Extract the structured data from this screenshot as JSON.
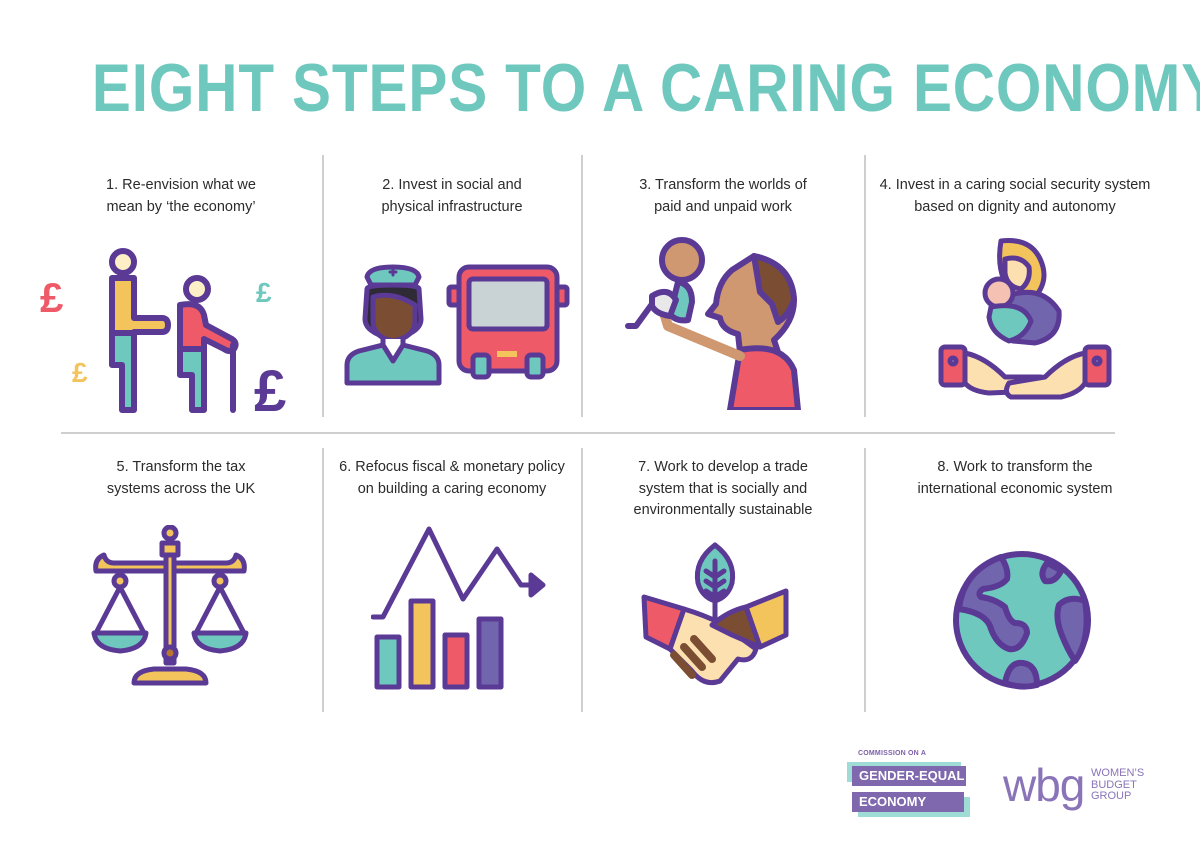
{
  "title": "EIGHT STEPS TO A CARING ECONOMY",
  "colors": {
    "title": "#6fc8be",
    "teal": "#6fc8be",
    "purple_outline": "#5a3a95",
    "purple_fill": "#7165ad",
    "red": "#ef5a68",
    "yellow": "#f3c35c",
    "skin_light": "#fde0b0",
    "skin_tan": "#cf9870",
    "skin_dark": "#7b4e33",
    "divider": "#cfcfcf"
  },
  "steps": [
    {
      "number": "1",
      "line1": "1. Re-envision what we",
      "line2": "mean by ‘the economy’",
      "line3": "",
      "icon": "carer-and-elderly-with-pounds-icon"
    },
    {
      "number": "2",
      "line1": "2. Invest in social and",
      "line2": "physical infrastructure",
      "line3": "",
      "icon": "nurse-and-bus-icon"
    },
    {
      "number": "3",
      "line1": "3. Transform the worlds of",
      "line2": "paid and unpaid work",
      "line3": "",
      "icon": "father-lifting-baby-icon"
    },
    {
      "number": "4",
      "line1": "4. Invest in a caring social security system",
      "line2": "based on dignity and autonomy",
      "line3": "",
      "icon": "hands-holding-mother-child-icon"
    },
    {
      "number": "5",
      "line1": "5. Transform the tax",
      "line2": "systems across the UK",
      "line3": "",
      "icon": "balance-scale-icon"
    },
    {
      "number": "6",
      "line1": "6. Refocus fiscal & monetary policy",
      "line2": "on building a caring economy",
      "line3": "",
      "icon": "bar-chart-trend-icon"
    },
    {
      "number": "7",
      "line1": "7. Work to develop a trade",
      "line2": "system that is socially and",
      "line3": "environmentally sustainable",
      "icon": "handshake-leaf-icon"
    },
    {
      "number": "8",
      "line1": "8. Work to transform the",
      "line2": "international economic system",
      "line3": "",
      "icon": "globe-icon"
    }
  ],
  "currency_symbol": "£",
  "logos": {
    "commission": {
      "small": "COMMISSION ON A",
      "line1": "GENDER-EQUAL",
      "line2": "ECONOMY"
    },
    "wbg": {
      "mark": "wbg",
      "line1": "WOMEN’S",
      "line2": "BUDGET",
      "line3": "GROUP"
    }
  }
}
